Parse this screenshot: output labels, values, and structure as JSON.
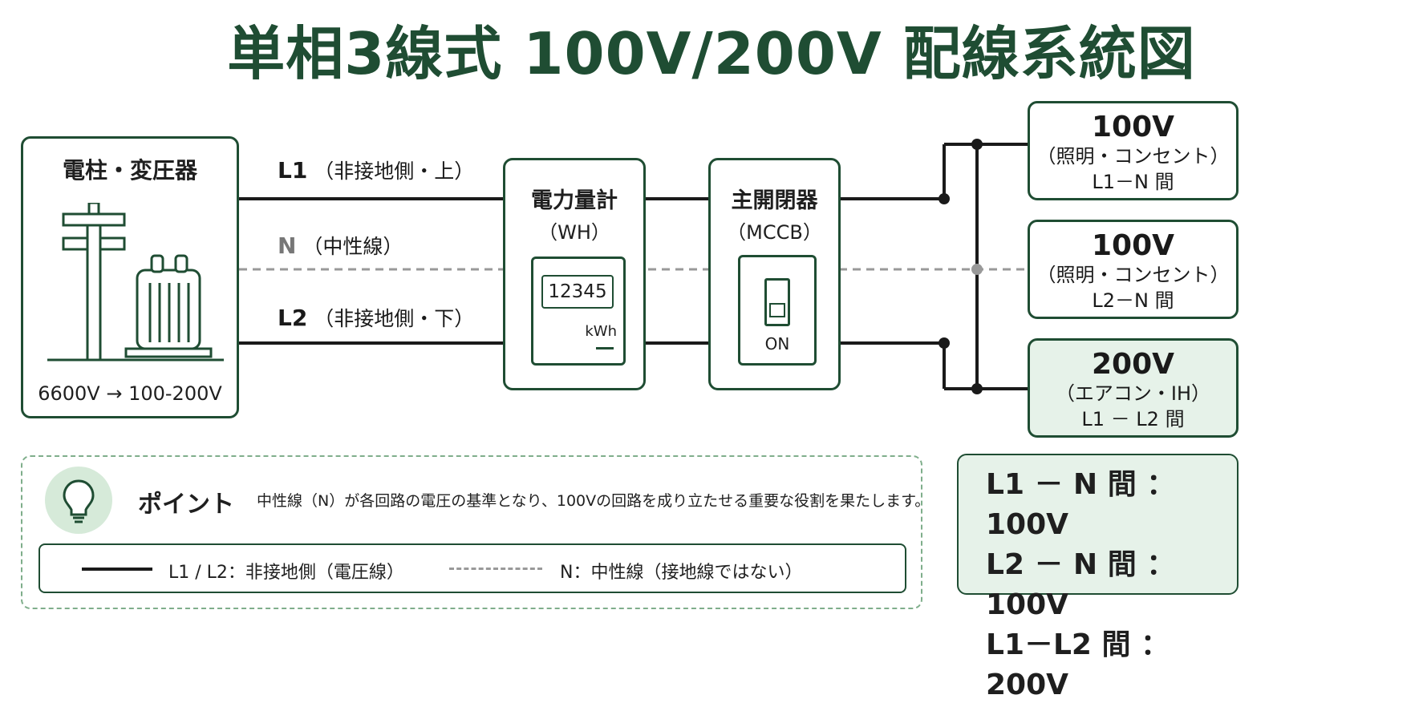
{
  "title": "単相3線式 100V/200V 配線系統図",
  "source": {
    "title": "電柱・変圧器",
    "voltage": "6600V → 100-200V"
  },
  "wires": {
    "l1": {
      "name": "L1",
      "desc": "（非接地側・上）"
    },
    "n": {
      "name": "N",
      "desc": "（中性線）"
    },
    "l2": {
      "name": "L2",
      "desc": "（非接地側・下）"
    }
  },
  "meter": {
    "title": "電力量計",
    "sub": "（WH）",
    "reading": "12345",
    "unit": "kWh"
  },
  "breaker": {
    "title": "主開閉器",
    "sub": "（MCCB）",
    "state": "ON"
  },
  "outputs": [
    {
      "voltage": "100V",
      "use": "（照明・コンセント）",
      "between": "L1－N 間"
    },
    {
      "voltage": "100V",
      "use": "（照明・コンセント）",
      "between": "L2－N 間"
    },
    {
      "voltage": "200V",
      "use": "（エアコン・IH）",
      "between": "L1 － L2 間"
    }
  ],
  "point": {
    "label": "ポイント",
    "text": "中性線（N）が各回路の電圧の基準となり、100Vの回路を成り立たせる重要な役割を果たします。"
  },
  "legend": {
    "solid": "L1 / L2：非接地側（電圧線）",
    "dashed": "N：中性線（接地線ではない）"
  },
  "summary": [
    "L1 － N 間 ：100V",
    "L2 － N 間 ：100V",
    "L1－L2 間 ：200V"
  ],
  "colors": {
    "accent": "#1f4d33",
    "highlight_fill": "#e6f2e9",
    "icon_circle": "#d6ead9",
    "neutral_wire": "#999999"
  }
}
